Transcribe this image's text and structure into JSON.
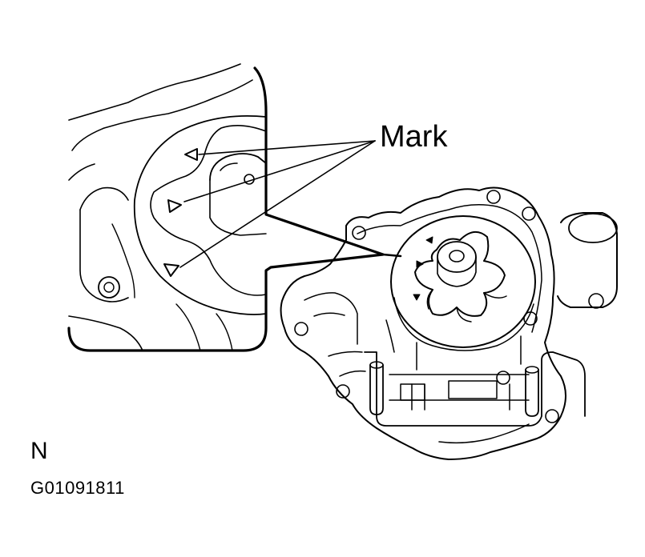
{
  "labels": {
    "mark": "Mark",
    "view": "N",
    "figure_code": "G01091811"
  },
  "colors": {
    "ink": "#000000",
    "paper": "#ffffff"
  }
}
